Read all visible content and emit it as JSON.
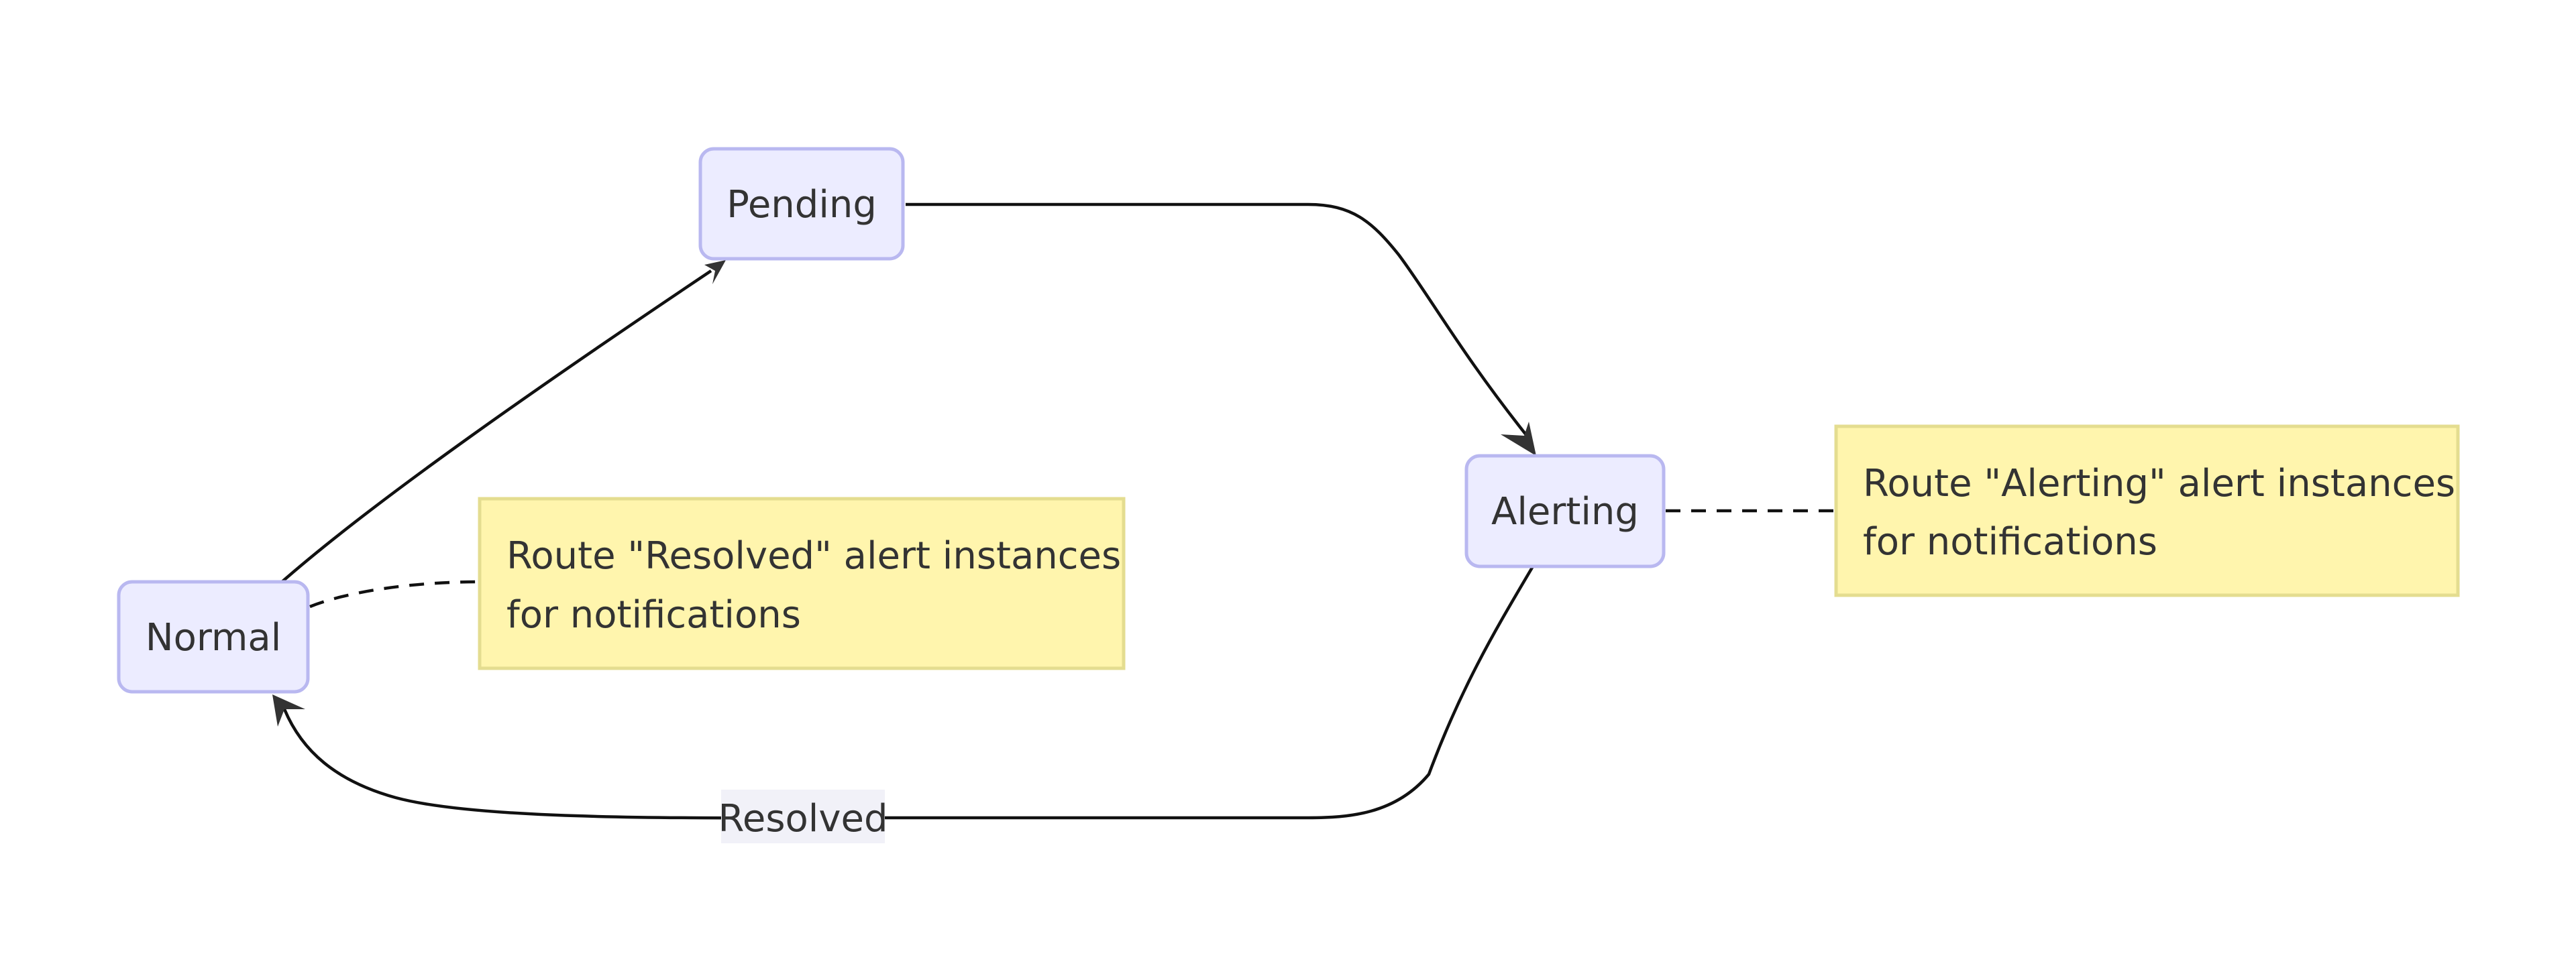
{
  "states": {
    "normal": {
      "label": "Normal"
    },
    "pending": {
      "label": "Pending"
    },
    "alerting": {
      "label": "Alerting"
    }
  },
  "transitions": [
    {
      "from": "Normal",
      "to": "Pending",
      "label": ""
    },
    {
      "from": "Pending",
      "to": "Alerting",
      "label": ""
    },
    {
      "from": "Alerting",
      "to": "Normal",
      "label": "Resolved"
    }
  ],
  "notes": {
    "resolved": {
      "attached_to": "Normal",
      "line1": "Route \"Resolved\" alert instances",
      "line2": "for notifications"
    },
    "alerting": {
      "attached_to": "Alerting",
      "line1": "Route \"Alerting\" alert instances",
      "line2": "for notifications"
    }
  },
  "colors": {
    "state_fill": "#ececff",
    "state_border": "#b9b8f0",
    "note_fill": "#fff5ad",
    "note_border": "#e4dd90",
    "edge": "#111111",
    "text": "#333333"
  }
}
